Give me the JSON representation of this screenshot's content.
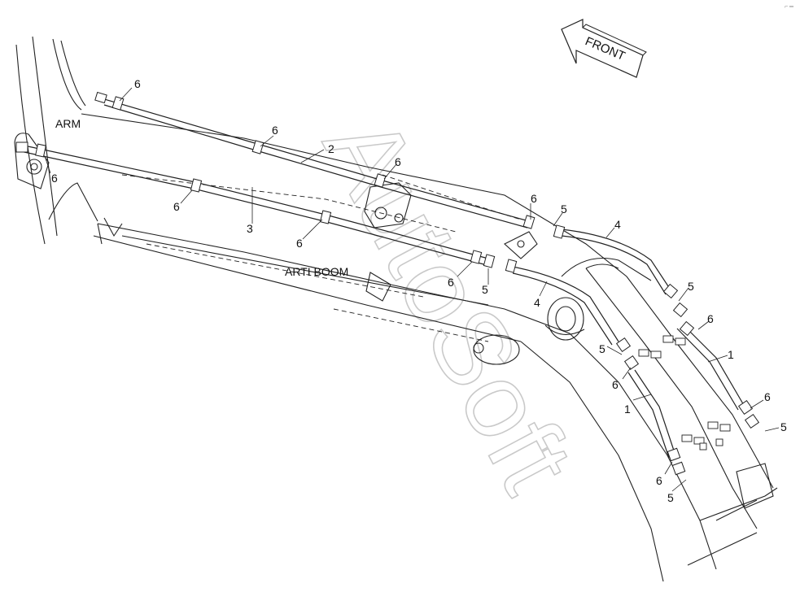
{
  "diagram": {
    "area_labels": {
      "arm": "ARM",
      "arti_boom": "ARTI BOOM"
    },
    "direction_arrow": {
      "label": "FRONT"
    },
    "watermark": "AutoSoft",
    "corner_mark": "⌐ ═",
    "callouts": [
      {
        "id": "c6-a",
        "text": "6"
      },
      {
        "id": "c6-b",
        "text": "6"
      },
      {
        "id": "c6-c",
        "text": "6"
      },
      {
        "id": "c2",
        "text": "2"
      },
      {
        "id": "c6-d",
        "text": "6"
      },
      {
        "id": "c6-e",
        "text": "6"
      },
      {
        "id": "c3",
        "text": "3"
      },
      {
        "id": "c6-f",
        "text": "6"
      },
      {
        "id": "c6-g",
        "text": "6"
      },
      {
        "id": "c5-a",
        "text": "5"
      },
      {
        "id": "c4-a",
        "text": "4"
      },
      {
        "id": "c6-h",
        "text": "6"
      },
      {
        "id": "c5-b",
        "text": "5"
      },
      {
        "id": "c4-b",
        "text": "4"
      },
      {
        "id": "c5-c",
        "text": "5"
      },
      {
        "id": "c6-i",
        "text": "6"
      },
      {
        "id": "c5-d",
        "text": "5"
      },
      {
        "id": "c1-a",
        "text": "1"
      },
      {
        "id": "c6-j",
        "text": "6"
      },
      {
        "id": "c1-b",
        "text": "1"
      },
      {
        "id": "c6-k",
        "text": "6"
      },
      {
        "id": "c5-e",
        "text": "5"
      },
      {
        "id": "c6-l",
        "text": "6"
      },
      {
        "id": "c5-f",
        "text": "5"
      }
    ]
  }
}
